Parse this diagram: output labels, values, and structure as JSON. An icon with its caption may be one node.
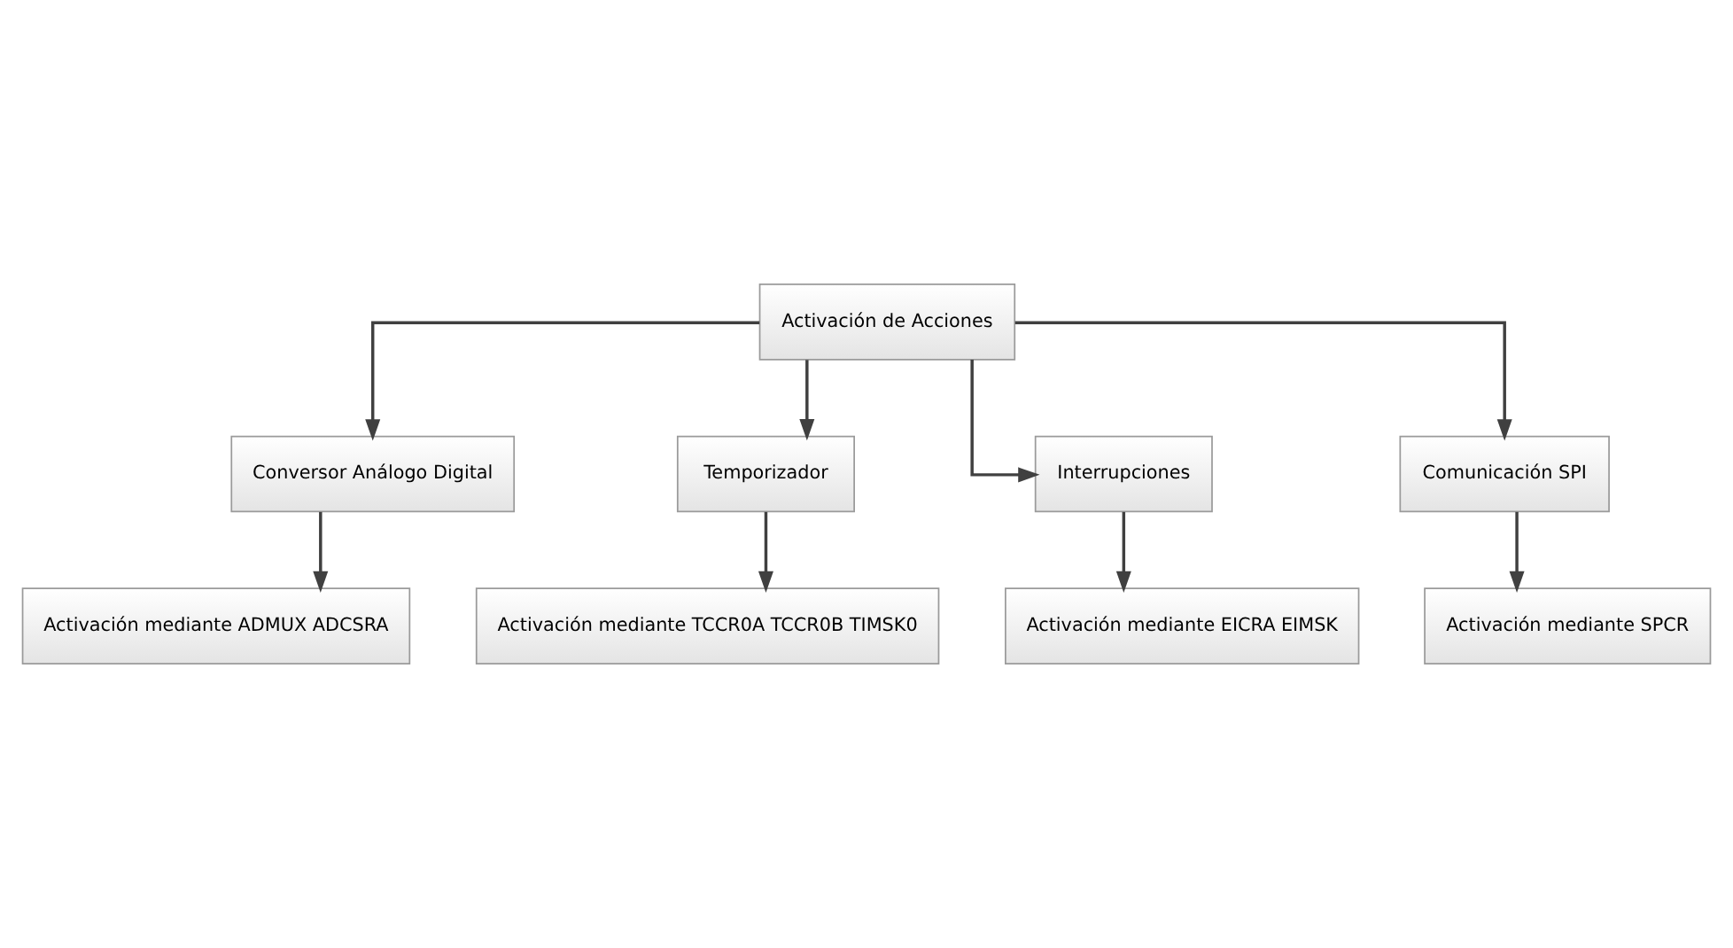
{
  "diagram": {
    "nodes": [
      {
        "text": [
          "Activación de Acciones"
        ]
      },
      {
        "text": [
          "Conversor Análogo Digital"
        ]
      },
      {
        "text": [
          "Temporizador"
        ]
      },
      {
        "text": [
          "Interrupciones"
        ]
      },
      {
        "text": [
          "Comunicación SPI"
        ]
      },
      {
        "text": [
          "Activación mediante ADMUX ADCSRA"
        ]
      },
      {
        "text": [
          "Activación mediante TCCR0A TCCR0B TIMSK0"
        ]
      },
      {
        "text": [
          "Activación mediante EICRA EIMSK"
        ]
      },
      {
        "text": [
          "Activación mediante SPCR"
        ]
      }
    ],
    "edges": [
      {
        "from": 0,
        "to": 1,
        "arrow": "to"
      },
      {
        "from": 0,
        "to": 2,
        "arrow": "to"
      },
      {
        "from": 0,
        "to": 3,
        "arrow": "to"
      },
      {
        "from": 0,
        "to": 4,
        "arrow": "to"
      },
      {
        "from": 1,
        "to": 5,
        "arrow": "to"
      },
      {
        "from": 2,
        "to": 6,
        "arrow": "to"
      },
      {
        "from": 3,
        "to": 7,
        "arrow": "to"
      },
      {
        "from": 4,
        "to": 8,
        "arrow": "to"
      }
    ]
  }
}
